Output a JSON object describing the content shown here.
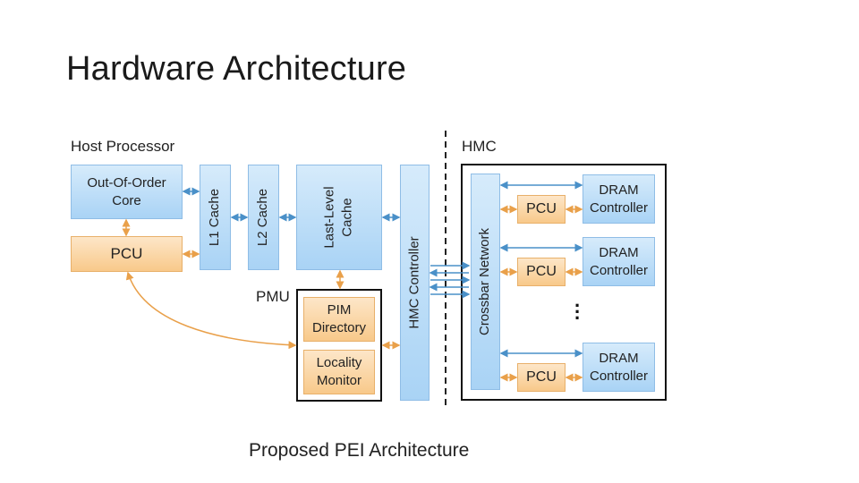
{
  "title": "Hardware Architecture",
  "caption": "Proposed PEI Architecture",
  "colors": {
    "blue_block": "#a9d3f5",
    "orange_block": "#f8c98a",
    "blue_arrow": "#4a90c8",
    "orange_arrow": "#e9a04a"
  },
  "host": {
    "label": "Host Processor",
    "ooo_core_line1": "Out-Of-Order",
    "ooo_core_line2": "Core",
    "pcu": "PCU",
    "l1": "L1 Cache",
    "l2": "L2 Cache",
    "llc_line1": "Last-Level",
    "llc_line2": "Cache",
    "hmc_controller": "HMC Controller"
  },
  "pmu": {
    "label": "PMU",
    "pim_line1": "PIM",
    "pim_line2": "Directory",
    "locality_line1": "Locality",
    "locality_line2": "Monitor"
  },
  "hmc": {
    "label": "HMC",
    "crossbar": "Crossbar Network",
    "vaults": [
      {
        "pcu": "PCU",
        "dram_line1": "DRAM",
        "dram_line2": "Controller"
      },
      {
        "pcu": "PCU",
        "dram_line1": "DRAM",
        "dram_line2": "Controller"
      },
      {
        "pcu": "PCU",
        "dram_line1": "DRAM",
        "dram_line2": "Controller"
      }
    ],
    "ellipsis_icon": "vertical-ellipsis-icon"
  }
}
